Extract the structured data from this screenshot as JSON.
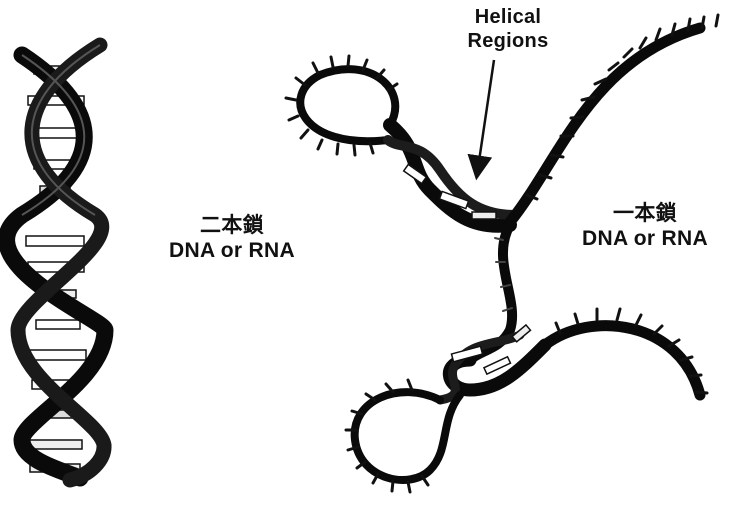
{
  "labels": {
    "helical": [
      "Helical",
      "Regions"
    ],
    "double_stranded": [
      "二本鎖",
      "DNA or RNA"
    ],
    "single_stranded": [
      "一本鎖",
      "DNA or RNA"
    ]
  },
  "colors": {
    "strand": "#0a0a0a",
    "base_pair": "#ffffff",
    "background": "#ffffff"
  }
}
